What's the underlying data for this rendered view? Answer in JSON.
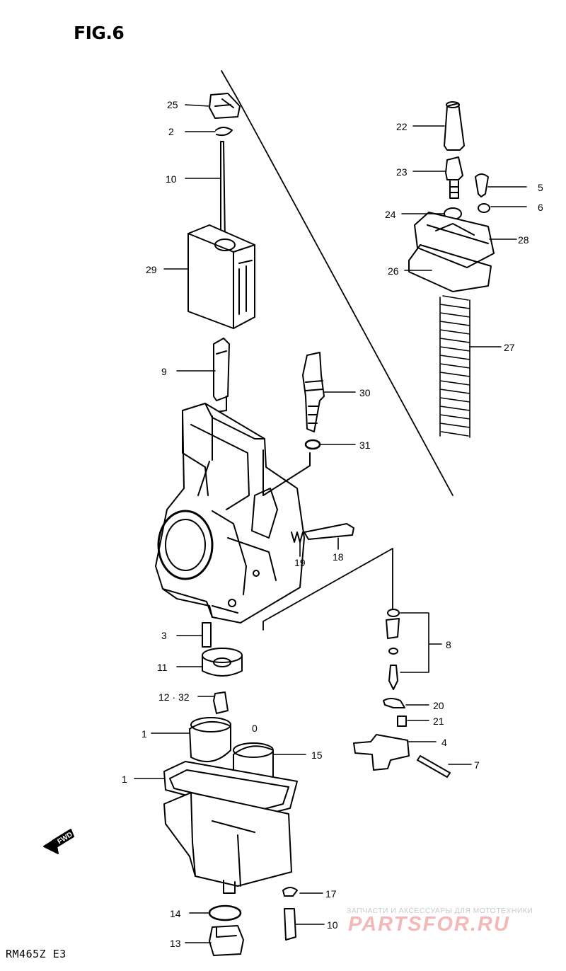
{
  "figure": {
    "title": "FIG.6",
    "model_code": "RM465Z E3",
    "direction_label": "FWD"
  },
  "watermark": {
    "caption": "ЗАПЧАСТИ И АКСЕССУАРЫ ДЛЯ МОТОТЕХНИКИ",
    "brand": "PARTSFOR.RU"
  },
  "callouts": {
    "c25": "25",
    "c2": "2",
    "c10": "10",
    "c29": "29",
    "c9": "9",
    "c22": "22",
    "c23": "23",
    "c5": "5",
    "c24": "24",
    "c6": "6",
    "c28": "28",
    "c26": "26",
    "c27": "27",
    "c30": "30",
    "c31": "31",
    "c18": "18",
    "c19": "19",
    "c3": "3",
    "c11": "11",
    "c8": "8",
    "c20": "20",
    "c21": "21",
    "c1232": "12 · 32",
    "c16a": "1 ",
    "c16b": "0",
    "c15": "15",
    "c4": "4",
    "c7": "7",
    "c1": "1",
    "c17": "17",
    "c14": "14",
    "c10b": "10",
    "c13": "13"
  }
}
